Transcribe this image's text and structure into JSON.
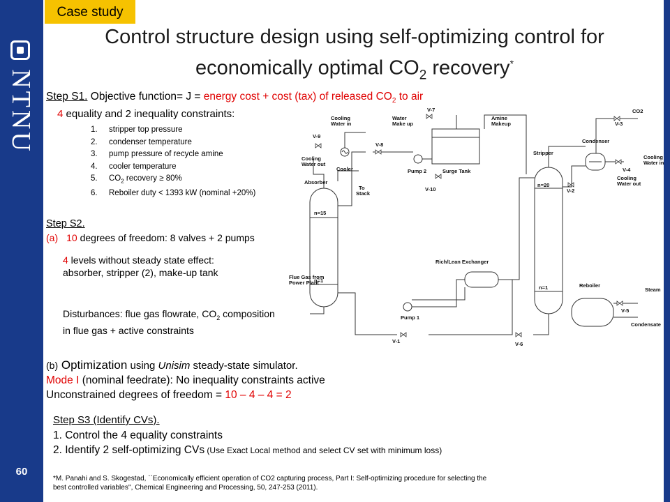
{
  "sidebar": {
    "brand": "NTNU",
    "page_number": "60"
  },
  "badge": "Case study",
  "title": {
    "line1": "Control structure design using self-optimizing control for",
    "line2_pre": "economically optimal CO",
    "line2_sub": "2",
    "line2_post": " recovery",
    "line2_sup": "*"
  },
  "step_s1": {
    "label": "Step S1.",
    "text": " Objective function= J = ",
    "red_pre": "energy cost + cost (tax) of released CO",
    "red_sub": "2",
    "red_post": " to air"
  },
  "constraints_intro": {
    "red": "4",
    "black": " equality and 2 inequality constraints:"
  },
  "constraints": [
    {
      "num": "1.",
      "pre": "stripper top pressure",
      "sub": "",
      "post": ""
    },
    {
      "num": "2.",
      "pre": "condenser temperature",
      "sub": "",
      "post": ""
    },
    {
      "num": "3.",
      "pre": "pump pressure of recycle amine",
      "sub": "",
      "post": ""
    },
    {
      "num": "4.",
      "pre": "cooler temperature",
      "sub": "",
      "post": ""
    },
    {
      "num": "5.",
      "pre": "CO",
      "sub": "2",
      "post": " recovery ≥ 80%"
    },
    {
      "num": "6.",
      "pre": "Reboiler duty < 1393 kW (nominal +20%)",
      "sub": "",
      "post": ""
    }
  ],
  "step_s2": {
    "label": "Step S2.",
    "a_marker": "(a)",
    "a_red": "10",
    "a_text": " degrees of freedom: 8 valves + 2 pumps",
    "levels_red": "4",
    "levels_text1": " levels without steady state effect:",
    "levels_text2": "absorber, stripper (2), make-up tank",
    "dist_pre": "Disturbances: flue gas flowrate, CO",
    "dist_sub": "2",
    "dist_post": " composition",
    "dist_line2": "in flue gas + active constraints"
  },
  "part_b": {
    "marker": "(b)",
    "big": " Optimization",
    "mid": " using ",
    "italic": "Unisim",
    "end": " steady-state simulator.",
    "mode_red": "Mode I",
    "mode_text": " (nominal feedrate): No inequality constraints active",
    "uncon_text": "Unconstrained degrees of freedom = ",
    "uncon_red": "10 – 4 – 4 = 2"
  },
  "step_s3": {
    "label": "Step S3 (Identify CVs).",
    "line1": "1. Control the 4 equality constraints",
    "line2": "2. Identify 2 self-optimizing CVs",
    "line2_small": " (Use Exact Local method and select CV set with minimum loss)"
  },
  "footnote": {
    "line1": "*M. Panahi and S. Skogestad, ``Economically efficient operation of CO2 capturing process, Part I: Self-optimizing procedure for selecting the",
    "line2": "best controlled variables'', Chemical Engineering and Processing, 50, 247-253 (2011)."
  },
  "diagram": {
    "cooling_water_in_top": "Cooling\nWater in",
    "water_makeup": "Water\nMake up",
    "amine_makeup": "Amine\nMakeup",
    "co2": "CO2",
    "v9": "V-9",
    "v7": "V-7",
    "v3": "V-3",
    "v8": "V-8",
    "condenser": "Condenser",
    "cooling_water_out_left": "Cooling\nWater out",
    "cooler": "Cooler",
    "pump2": "Pump 2",
    "surge_tank": "Surge Tank",
    "stripper": "Stripper",
    "v4": "V-4",
    "cooling_water_in_right": "Cooling\nWater in",
    "absorber": "Absorber",
    "v10": "V-10",
    "n20": "n=20",
    "v2": "V-2",
    "cooling_water_out_right": "Cooling\nWater out",
    "to_stack": "To\nStack",
    "n15": "n=15",
    "rich_lean": "Rich/Lean Exchanger",
    "flue_gas": "Flue Gas from\nPower Plant",
    "n1_abs": "n=1",
    "n1_str": "n=1",
    "reboiler": "Reboiler",
    "steam": "Steam",
    "v5": "V-5",
    "pump1": "Pump 1",
    "condensate": "Condensate",
    "v1": "V-1",
    "v6": "V-6"
  }
}
